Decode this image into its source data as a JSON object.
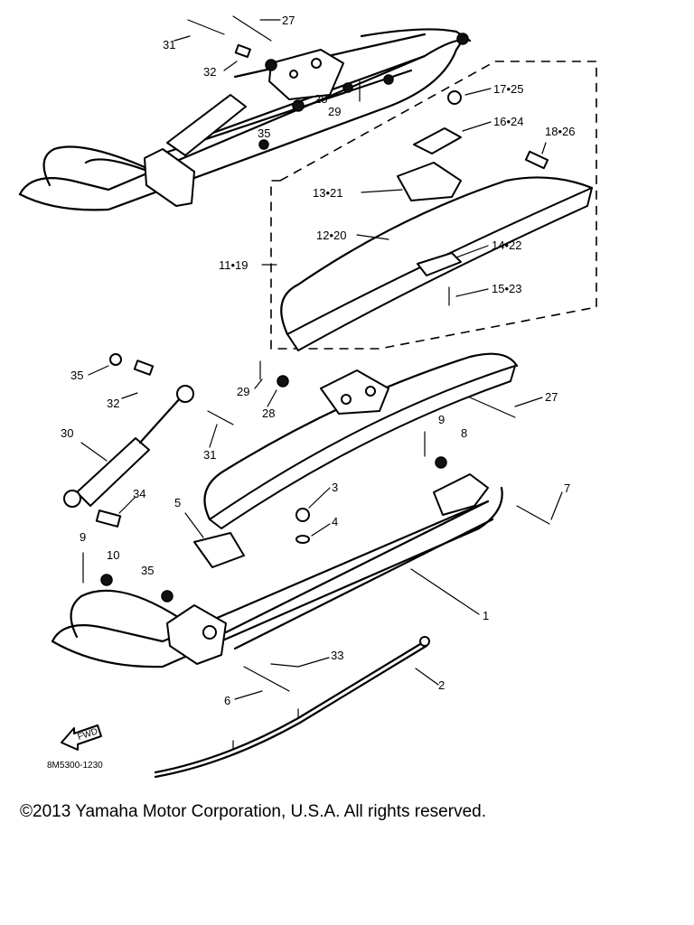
{
  "diagram": {
    "callouts": [
      "27",
      "31",
      "32",
      "28",
      "29",
      "35",
      "17•25",
      "16•24",
      "18•26",
      "13•21",
      "12•20",
      "11•19",
      "14•22",
      "15•23",
      "35",
      "32",
      "29",
      "28",
      "27",
      "31",
      "30",
      "9",
      "8",
      "3",
      "4",
      "7",
      "34",
      "5",
      "9",
      "10",
      "35",
      "1",
      "33",
      "6",
      "2"
    ],
    "part_code": "8M5300-1230",
    "fwd_label": "FWD"
  },
  "copyright": "©2013 Yamaha Motor Corporation, U.S.A. All rights reserved."
}
